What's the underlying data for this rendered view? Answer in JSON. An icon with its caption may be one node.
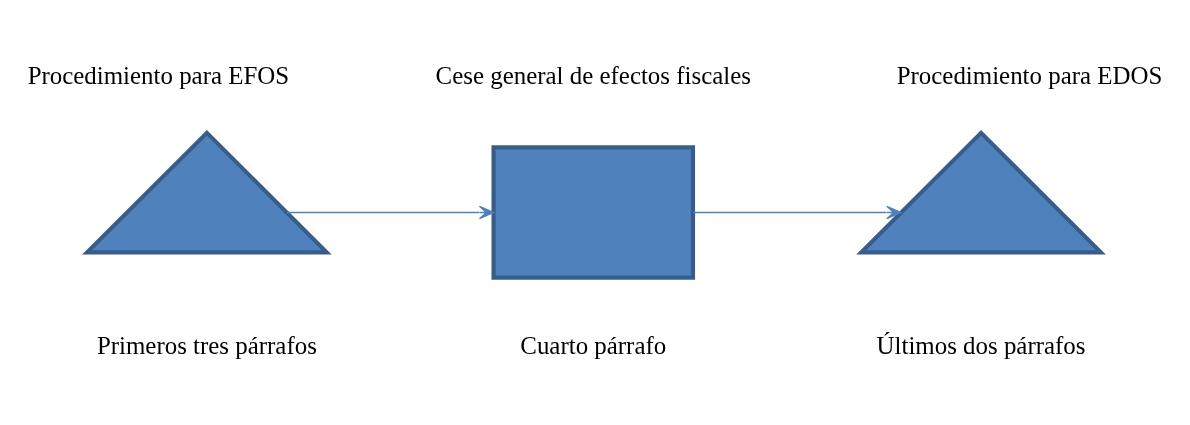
{
  "diagram": {
    "nodes": [
      {
        "text": [
          "Procedimiento para EFOS"
        ],
        "beside": [
          "Primeros tres párrafos"
        ]
      },
      {
        "text": [
          "Cese general de efectos fiscales"
        ],
        "beside": [
          "Cuarto párrafo"
        ]
      },
      {
        "text": [
          "Procedimiento para EDOS"
        ],
        "beside": [
          "Últimos dos párrafos"
        ]
      }
    ],
    "edges": [
      {
        "from": 0,
        "to": 1,
        "arrow": "to"
      },
      {
        "from": 1,
        "to": 2,
        "arrow": "to"
      }
    ]
  }
}
